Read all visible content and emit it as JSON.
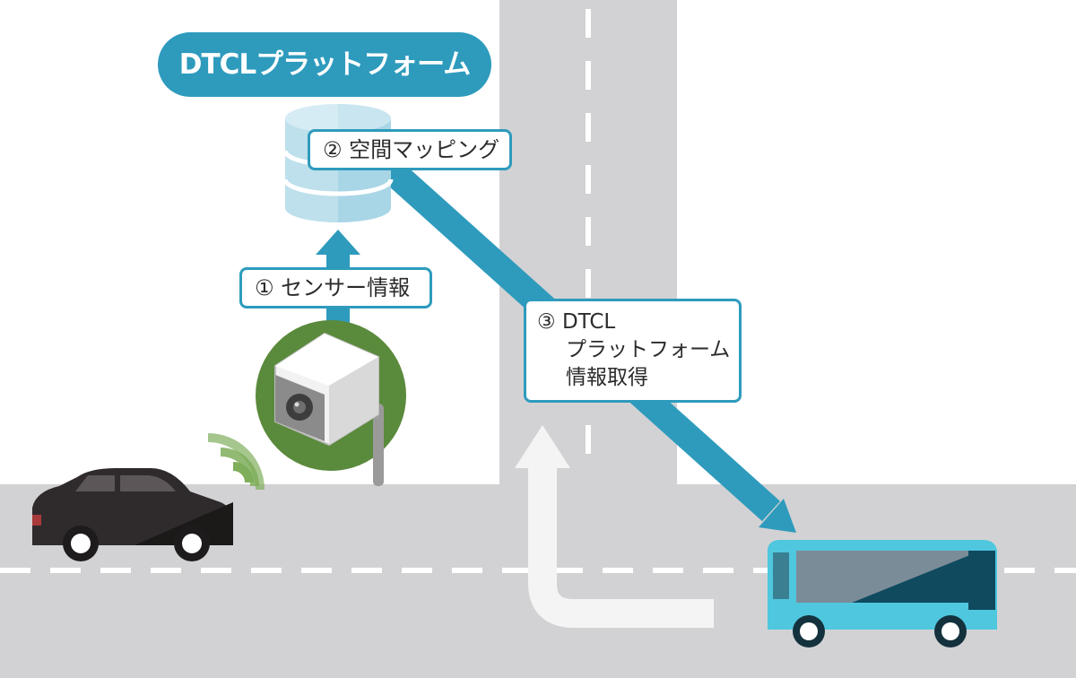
{
  "diagram": {
    "title": "DTCLプラットフォーム",
    "steps": [
      {
        "marker": "①",
        "text": "センサー情報"
      },
      {
        "marker": "②",
        "text": "空間マッピング"
      },
      {
        "marker": "③",
        "lines": [
          "DTCL",
          "プラットフォーム",
          "情報取得"
        ]
      }
    ]
  },
  "colors": {
    "accent": "#2e9bbd",
    "road": "#d2d2d4",
    "lane_marking": "#ffffff",
    "camera_circle": "#5a8a3c",
    "signal_waves": "#7fae5b",
    "car_body": "#2f2a2c",
    "bus_body": "#4fc7de",
    "database": "#a9d6e6"
  },
  "icons": [
    "database-icon",
    "camera-sensor-icon",
    "signal-wave-icon",
    "car-icon",
    "bus-icon",
    "up-arrow-icon",
    "diagonal-arrow-icon",
    "turn-arrow-icon"
  ]
}
